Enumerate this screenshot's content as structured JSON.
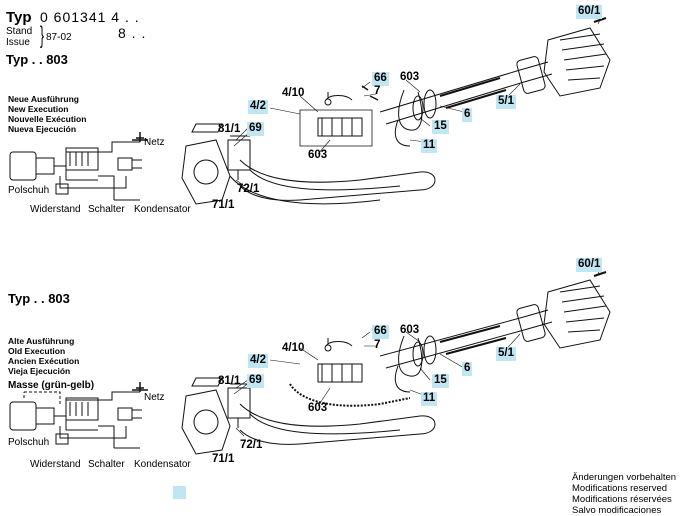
{
  "header": {
    "typ_label": "Typ",
    "typ_number": "0 601341 4 . .",
    "second_code": "8 . .",
    "stand": "Stand",
    "issue": "Issue",
    "date": "87-02",
    "typ2": "Typ . . 803"
  },
  "upper": {
    "legend": [
      "Neue Ausführung",
      "New Execution",
      "Nouvelle Exécution",
      "Nueva Ejecución"
    ],
    "wiring": {
      "netz": "Netz",
      "polschuh": "Polschuh",
      "widerstand": "Widerstand",
      "schalter": "Schalter",
      "kondensator": "Kondensator"
    },
    "callouts": {
      "c60_1": "60/1",
      "c66": "66",
      "c7": "7",
      "c603": "603",
      "c4_10": "4/10",
      "c4_2": "4/2",
      "c81_1": "81/1",
      "c69": "69",
      "c603b": "603",
      "c72_1": "72/1",
      "c71_1": "71/1",
      "c15": "15",
      "c11": "11",
      "c6": "6",
      "c5_1": "5/1"
    }
  },
  "lower": {
    "typ": "Typ . . 803",
    "legend": [
      "Alte Ausführung",
      "Old Execution",
      "Ancien Exécution",
      "Vieja Ejecución"
    ],
    "wiring": {
      "masse": "Masse (grün-gelb)",
      "netz": "Netz",
      "polschuh": "Polschuh",
      "widerstand": "Widerstand",
      "schalter": "Schalter",
      "kondensator": "Kondensator"
    },
    "callouts": {
      "c60_1": "60/1",
      "c66": "66",
      "c7": "7",
      "c603": "603",
      "c4_10": "4/10",
      "c4_2": "4/2",
      "c81_1": "81/1",
      "c69": "69",
      "c603b": "603",
      "c72_1": "72/1",
      "c71_1": "71/1",
      "c15": "15",
      "c11": "11",
      "c6": "6",
      "c5_1": "5/1"
    }
  },
  "footer": [
    "Änderungen vorbehalten",
    "Modifications reserved",
    "Modifications réservées",
    "Salvo modificaciones"
  ],
  "colors": {
    "highlight": "#bfe6f2",
    "line": "#111111"
  }
}
